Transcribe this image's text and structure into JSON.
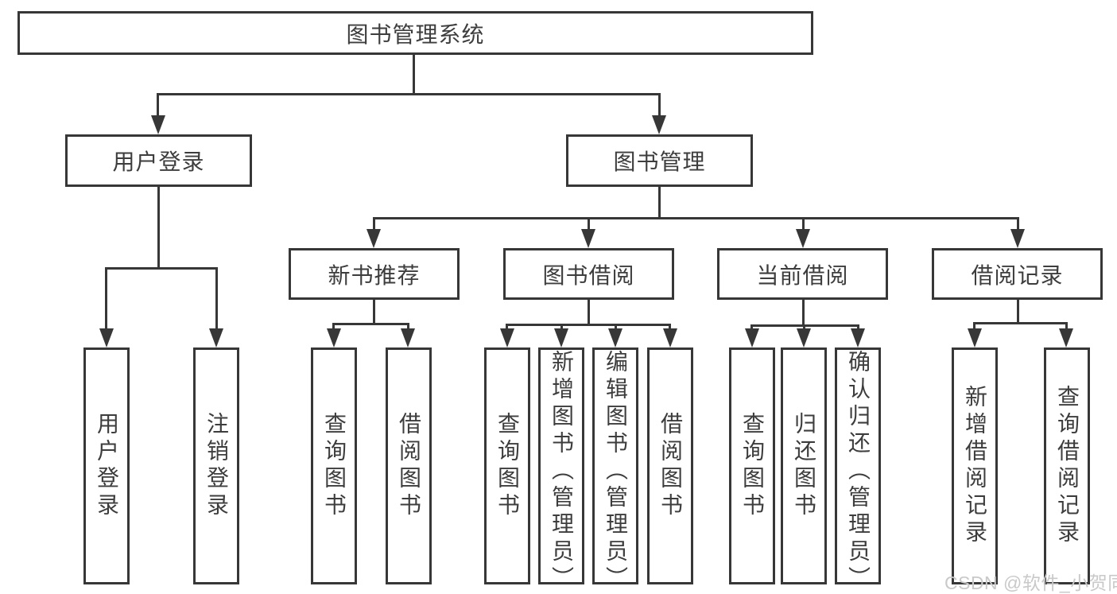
{
  "tree": {
    "root": {
      "label": "图书管理系统"
    },
    "branches": [
      {
        "label": "用户登录",
        "children": [
          {
            "label": "用户登录"
          },
          {
            "label": "注销登录"
          }
        ]
      },
      {
        "label": "图书管理",
        "children": [
          {
            "label": "新书推荐",
            "children": [
              {
                "label": "查询图书"
              },
              {
                "label": "借阅图书"
              }
            ]
          },
          {
            "label": "图书借阅",
            "children": [
              {
                "label": "查询图书"
              },
              {
                "label": "新增图书（管理员）"
              },
              {
                "label": "编辑图书（管理员）"
              },
              {
                "label": "借阅图书"
              }
            ]
          },
          {
            "label": "当前借阅",
            "children": [
              {
                "label": "查询图书"
              },
              {
                "label": "归还图书"
              },
              {
                "label": "确认归还（管理员）"
              }
            ]
          },
          {
            "label": "借阅记录",
            "children": [
              {
                "label": "新增借阅记录"
              },
              {
                "label": "查询借阅记录"
              }
            ]
          }
        ]
      }
    ]
  },
  "watermark": "CSDN @软件_小贺同学",
  "colors": {
    "line": "#373737",
    "text": "#3d3d3d",
    "watermark": "#c9c9c9",
    "background": "#ffffff"
  }
}
